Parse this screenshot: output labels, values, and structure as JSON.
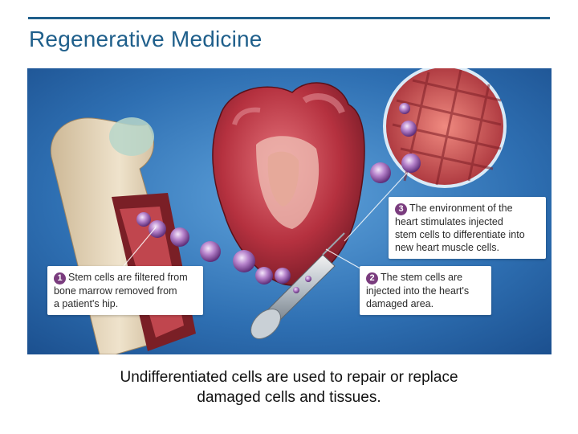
{
  "slide": {
    "title": "Regenerative Medicine",
    "caption_line_1": "Undifferentiated cells are used to repair or replace",
    "caption_line_2": "damaged cells and tissues."
  },
  "figure": {
    "callouts": [
      {
        "number": "1",
        "lines": [
          "Stem cells are filtered from",
          "bone marrow removed from",
          "a patient's hip."
        ]
      },
      {
        "number": "2",
        "lines": [
          "The stem cells are",
          "injected into the heart's",
          "damaged area."
        ]
      },
      {
        "number": "3",
        "lines": [
          "The environment of the",
          "heart stimulates injected",
          "stem cells to differentiate into",
          "new heart muscle cells."
        ]
      }
    ]
  },
  "colors": {
    "title": "#1f5f8b",
    "rule": "#1f5f8b",
    "background_blue": "#2d6fb0",
    "stem_cell": "#a06bb8",
    "heart": "#b8323f"
  }
}
